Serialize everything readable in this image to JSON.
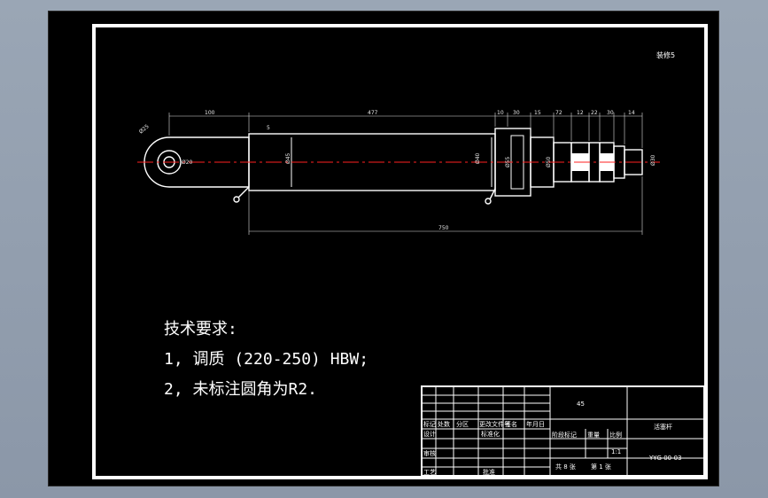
{
  "drawing": {
    "code_label": "装修5",
    "tech_requirements": {
      "heading": "技术要求:",
      "items": [
        "1, 调质 (220-250) HBW;",
        "2, 未标注圆角为R2."
      ]
    },
    "dimensions": [
      "100",
      "5",
      "477",
      "10",
      "30",
      "15",
      "72",
      "12",
      "22",
      "30",
      "14",
      "750"
    ],
    "diameters": [
      "Ø25",
      "Ø20",
      "Ø45",
      "Ø40",
      "Ø55",
      "Ø50",
      "Ø30"
    ],
    "title_block": {
      "material": "45",
      "part_name": "活塞杆",
      "drawing_number": "YYG 00-03",
      "scale_label": "比例",
      "scale_value": "1:1",
      "weight_label": "重量",
      "stage_label": "阶段标记",
      "sheets_total": "共 8 张",
      "sheet_num": "第 1 张",
      "rev_headers": [
        "标记",
        "处数",
        "分区",
        "更改文件号",
        "签名",
        "年月日"
      ],
      "role_labels": [
        "设计",
        "审核",
        "工艺"
      ],
      "standardize_label": "标准化",
      "approve_label": "批准"
    }
  },
  "colors": {
    "background": "#000000",
    "lines": "#ffffff",
    "centerline": "#ff2020",
    "frame": "#8b97a8"
  }
}
